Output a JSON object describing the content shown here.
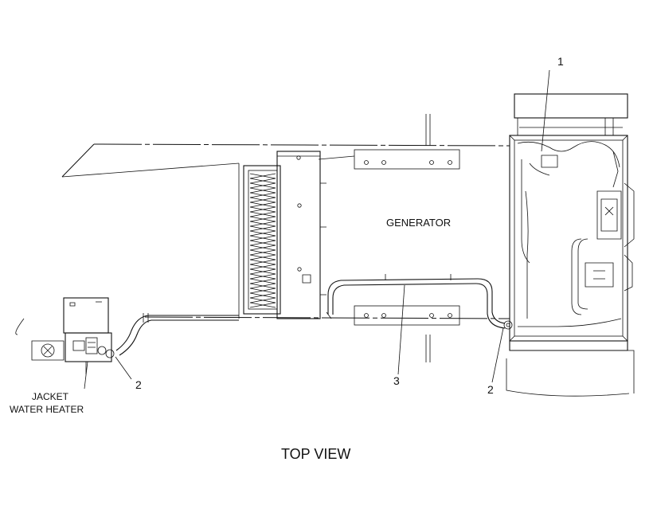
{
  "diagram": {
    "labels": {
      "generator": "GENERATOR",
      "jacket_line1": "JACKET",
      "jacket_line2": "WATER HEATER",
      "view_title": "TOP VIEW"
    },
    "callouts": {
      "c1": "1",
      "c2_left": "2",
      "c2_right": "2",
      "c3": "3"
    },
    "colors": {
      "line": "#111111",
      "background": "#ffffff"
    }
  }
}
